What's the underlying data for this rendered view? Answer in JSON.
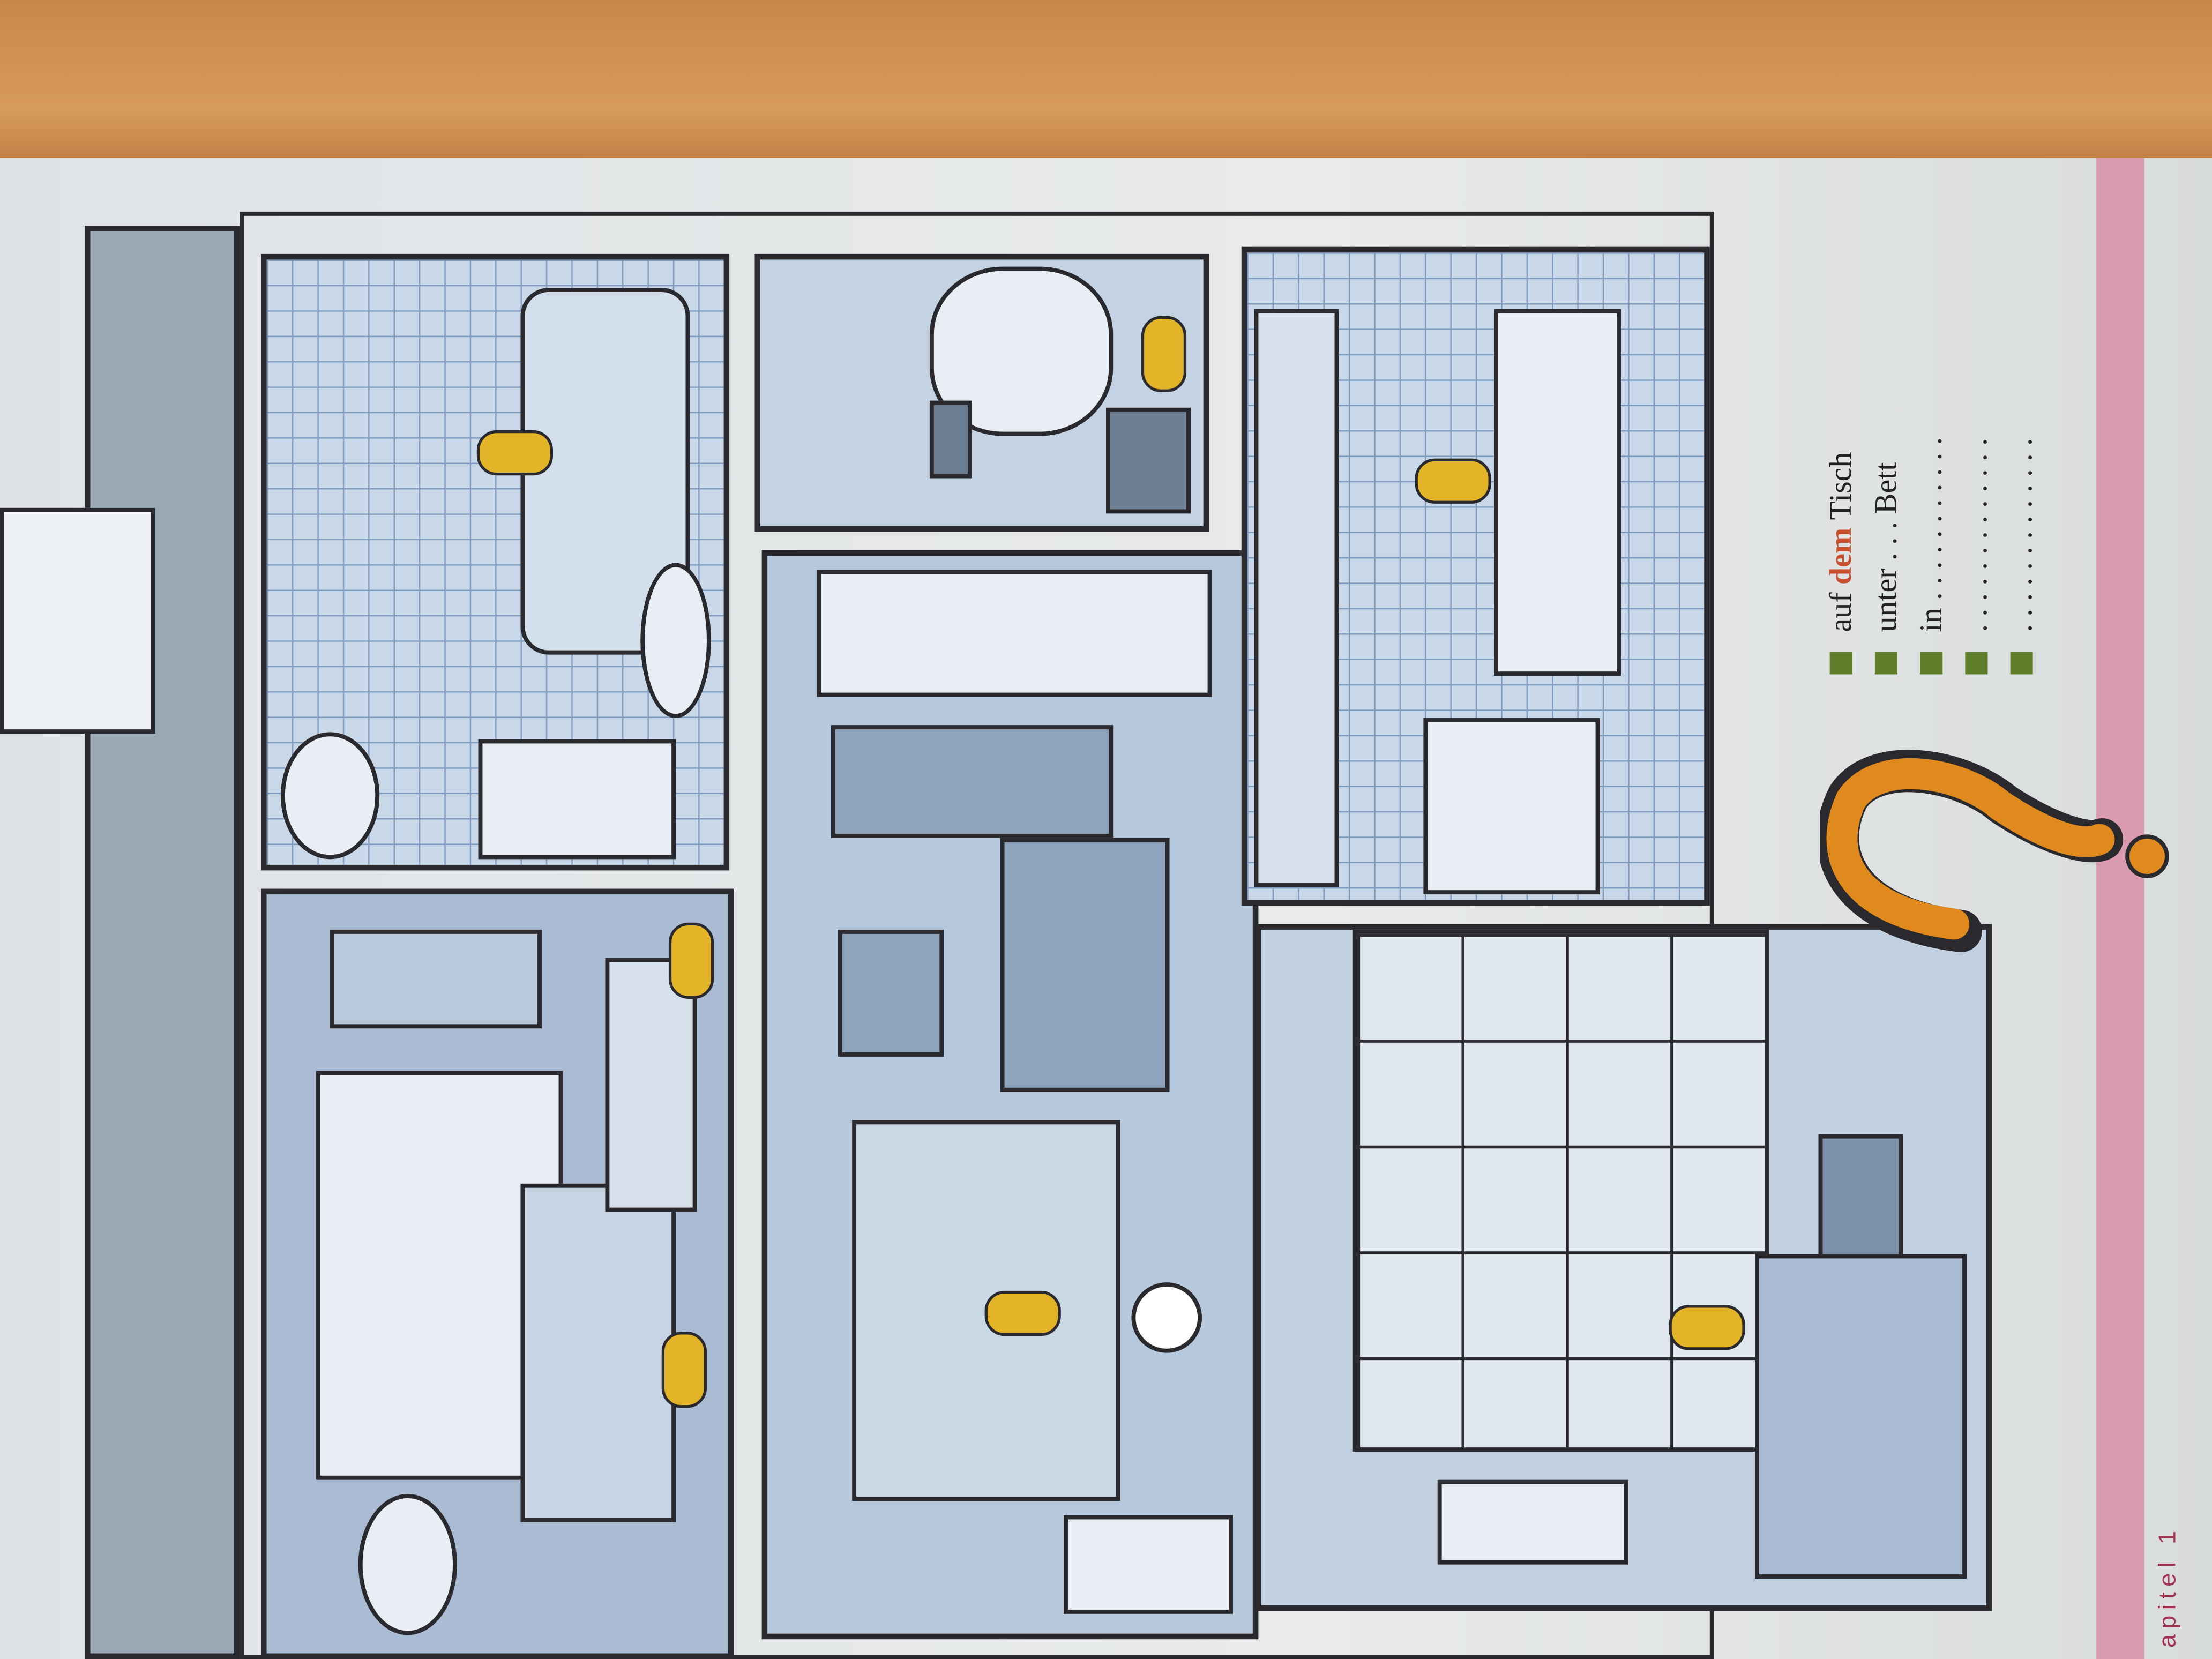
{
  "exercise": {
    "items": [
      {
        "prefix": "auf",
        "article": "dem",
        "noun": "Tisch"
      },
      {
        "prefix": "unter",
        "article": ". . .",
        "noun": "Bett"
      },
      {
        "prefix": "in",
        "article": ". . . . . . . . . . .",
        "noun": ""
      },
      {
        "prefix": "",
        "article": ". . . . . . . . . . . . .",
        "noun": ""
      },
      {
        "prefix": "",
        "article": ". . . . . . . . . . . . .",
        "noun": ""
      }
    ],
    "bullet_color": "#5e7d2a",
    "highlight_color": "#c8502e"
  },
  "footer": {
    "chapter_label": "apitel 1"
  },
  "colors": {
    "question_mark": "#e08a1e",
    "page_stripe": "#d98aa5",
    "room_blue": "#b7c9dc"
  }
}
